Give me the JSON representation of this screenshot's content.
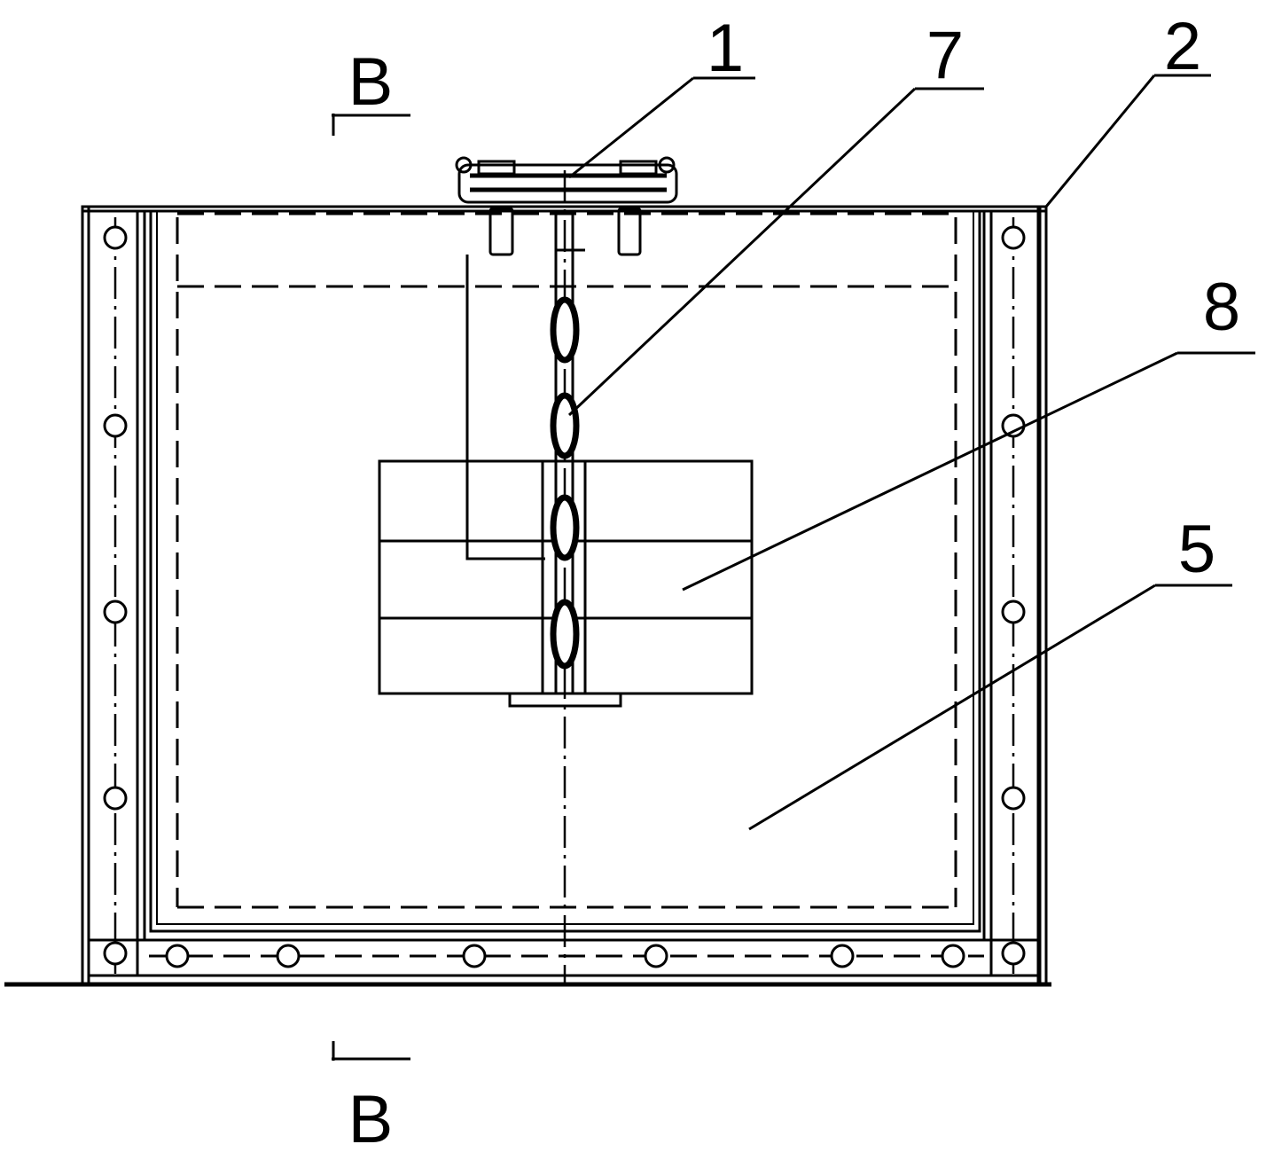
{
  "section_marker": {
    "top": "B",
    "bottom": "B"
  },
  "part_labels": [
    "1",
    "7",
    "2",
    "8",
    "5"
  ]
}
